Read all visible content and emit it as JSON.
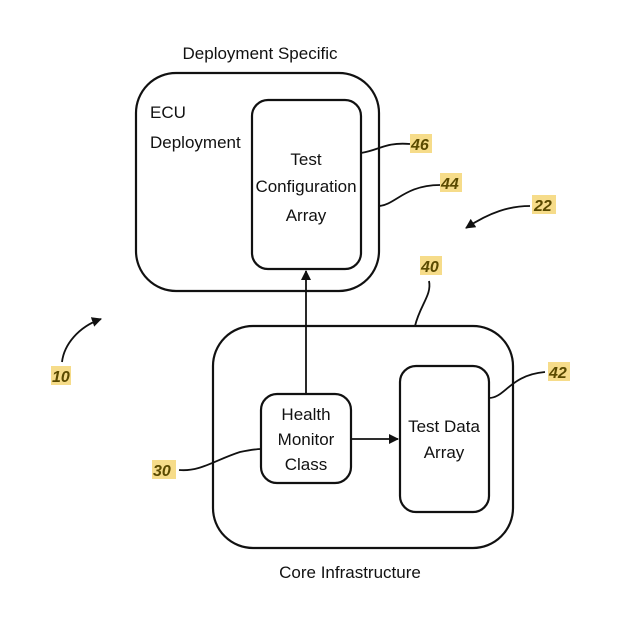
{
  "diagram": {
    "deployment_container": {
      "caption": "Deployment Specific",
      "label_lines": [
        "ECU",
        "Deployment"
      ]
    },
    "test_config_array": {
      "label_lines": [
        "Test",
        "Configuration",
        "Array"
      ]
    },
    "core_container": {
      "caption": "Core Infrastructure"
    },
    "health_monitor": {
      "label_lines": [
        "Health",
        "Monitor",
        "Class"
      ]
    },
    "test_data_array": {
      "label_lines": [
        "Test Data",
        "Array"
      ]
    },
    "reference_numerals": {
      "system": "10",
      "framework": "22",
      "health_monitor": "30",
      "core_container": "40",
      "test_data_array": "42",
      "test_config_array": "44",
      "deployment_container": "46"
    },
    "highlight_color": "#f6dc8a"
  }
}
